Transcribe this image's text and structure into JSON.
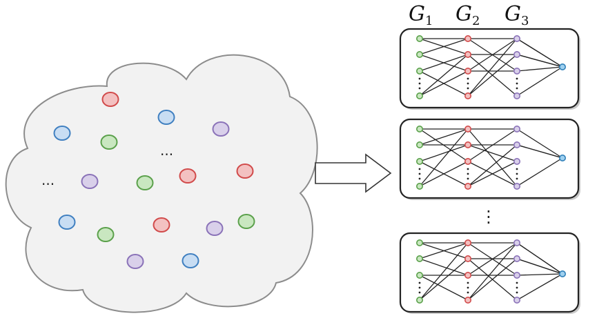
{
  "header_labels": [
    {
      "base": "G",
      "sub": "1"
    },
    {
      "base": "G",
      "sub": "2"
    },
    {
      "base": "G",
      "sub": "3"
    }
  ],
  "cloud": {
    "ellipsis_left": "...",
    "ellipsis_top": "...",
    "node_colors": [
      "red",
      "blue",
      "purple",
      "blue",
      "green",
      "green",
      "purple",
      "red",
      "red",
      "blue",
      "green",
      "red",
      "purple",
      "green",
      "purple",
      "blue"
    ]
  },
  "panels_ellipsis": "⋮",
  "colors": {
    "green": {
      "fill": "#c9e7c0",
      "stroke": "#5aa04a"
    },
    "red": {
      "fill": "#f3c1c1",
      "stroke": "#d14a4a"
    },
    "blue": {
      "fill": "#c8ddf3",
      "stroke": "#3f7fc0"
    },
    "purple": {
      "fill": "#d9d0ea",
      "stroke": "#8a72b8"
    },
    "output": {
      "fill": "#9fd0ef",
      "stroke": "#2f7fb8"
    }
  }
}
